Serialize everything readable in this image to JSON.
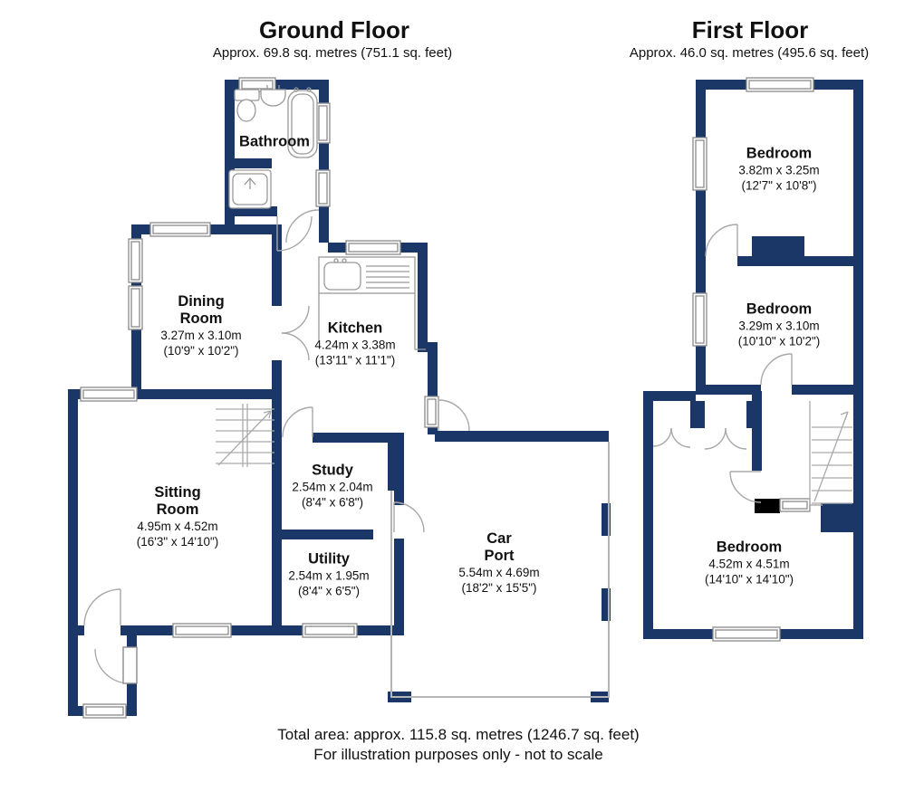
{
  "ground_floor": {
    "title": "Ground Floor",
    "subtitle": "Approx. 69.8 sq. metres (751.1 sq. feet)",
    "rooms": {
      "bathroom": {
        "name": "Bathroom"
      },
      "dining_room": {
        "line1": "Dining",
        "line2": "Room",
        "metric": "3.27m x 3.10m",
        "imperial": "(10'9\" x 10'2\")"
      },
      "kitchen": {
        "line1": "Kitchen",
        "metric": "4.24m x 3.38m",
        "imperial": "(13'11\" x 11'1\")"
      },
      "sitting_room": {
        "line1": "Sitting",
        "line2": "Room",
        "metric": "4.95m x 4.52m",
        "imperial": "(16'3\" x 14'10\")"
      },
      "study": {
        "line1": "Study",
        "metric": "2.54m x 2.04m",
        "imperial": "(8'4\" x 6'8\")"
      },
      "utility": {
        "line1": "Utility",
        "metric": "2.54m x 1.95m",
        "imperial": "(8'4\" x 6'5\")"
      },
      "car_port": {
        "line1": "Car",
        "line2": "Port",
        "metric": "5.54m x 4.69m",
        "imperial": "(18'2\" x 15'5\")"
      }
    }
  },
  "first_floor": {
    "title": "First Floor",
    "subtitle": "Approx. 46.0 sq. metres (495.6 sq. feet)",
    "rooms": {
      "bedroom_front": {
        "line1": "Bedroom",
        "metric": "3.82m x 3.25m",
        "imperial": "(12'7\" x 10'8\")"
      },
      "bedroom_middle": {
        "line1": "Bedroom",
        "metric": "3.29m x 3.10m",
        "imperial": "(10'10\" x 10'2\")"
      },
      "bedroom_rear": {
        "line1": "Bedroom",
        "metric": "4.52m x 4.51m",
        "imperial": "(14'10\" x 14'10\")"
      }
    }
  },
  "footer": {
    "line1": "Total area: approx. 115.8 sq. metres (1246.7 sq. feet)",
    "line2": "For illustration purposes only - not to scale"
  },
  "colors": {
    "wall": "#1b3768",
    "chimney_black": "#000000",
    "fixture_gray": "#999999",
    "door_gray": "#a8a8a8",
    "outline_gray": "#b5b5b5",
    "text": "#111111"
  }
}
